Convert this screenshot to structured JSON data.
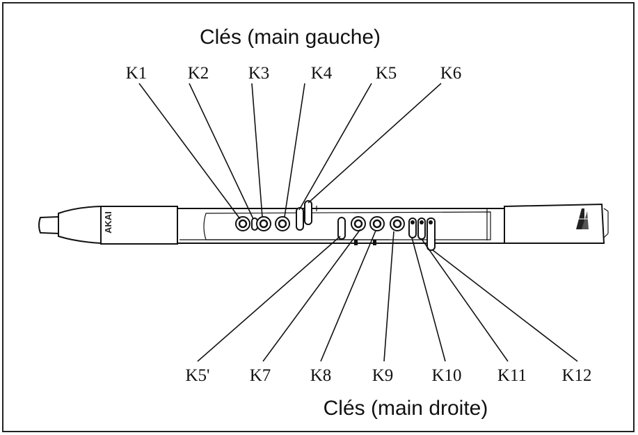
{
  "diagram": {
    "title_top": "Clés (main gauche)",
    "title_bottom": "Clés (main droite)",
    "brand_logo": "AKAI",
    "left_keys": [
      {
        "id": "k1",
        "label": "K1"
      },
      {
        "id": "k2",
        "label": "K2"
      },
      {
        "id": "k3",
        "label": "K3"
      },
      {
        "id": "k4",
        "label": "K4"
      },
      {
        "id": "k5",
        "label": "K5"
      },
      {
        "id": "k6",
        "label": "K6"
      }
    ],
    "right_keys": [
      {
        "id": "k5p",
        "label": "K5'"
      },
      {
        "id": "k7",
        "label": "K7"
      },
      {
        "id": "k8",
        "label": "K8"
      },
      {
        "id": "k9",
        "label": "K9"
      },
      {
        "id": "k10",
        "label": "K10"
      },
      {
        "id": "k11",
        "label": "K11"
      },
      {
        "id": "k12",
        "label": "K12"
      }
    ]
  }
}
